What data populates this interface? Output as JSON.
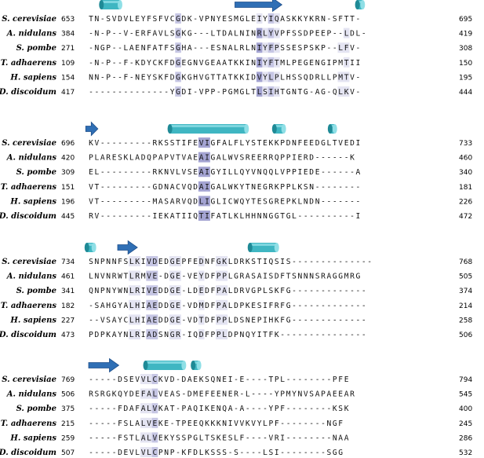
{
  "colors": {
    "helix_body": "#3fb6c2",
    "helix_top": "#8fdfe6",
    "helix_shadow": "#1f8a96",
    "strand": "#2f6fb5",
    "strand_dark": "#1f4f8a",
    "shade_levels": [
      "#ffffff",
      "#e4e4f2",
      "#c6c6e4",
      "#a4a4d2",
      "#8686c0"
    ]
  },
  "species": [
    "S. cerevisiae",
    "A. nidulans",
    "S. pombe",
    "T. adhaerens",
    "H. sapiens",
    "D. discoidum"
  ],
  "blocks": [
    {
      "start": [
        653,
        384,
        271,
        109,
        154,
        417
      ],
      "end": [
        695,
        419,
        308,
        150,
        195,
        444
      ],
      "seq": [
        "TN-SVDVLEYFSFVCGDK-VPNYESMGLEIYIQASKKYKRN-SFTT-",
        "-N-P--V-ERFAVLSGKG---LTDALNINRLYVPFSSDPEEP--LDL-",
        "-NGP--LAENFATFSGHA---ESNALRLNIYFPSSESPSKP--LFV-",
        "-N-P--F-KDYCKFDGEGNVGEAATKKINIYFTMLPEGENGIPMTII",
        "NN-P--F-NEYSKFDGKGHVGTTATKKIDVYLPLHSSQDRLLPMTV-",
        "--------------YGDI-VPP-PGMGLTLSIHTGNTG-AG-QLKV-"
      ],
      "shade": [
        "00000000000000020000000000000102100000000000000",
        "00000000000000020000000000000312100000000000100",
        "00000000000000020000000000000312100000000001100",
        "00000000000000020000000000000312100000000000100",
        "00000000000000020000000000000312100000000001100",
        "00000000000000020000000000000312100000000001100"
      ],
      "ss": [
        {
          "type": "helix",
          "from": 2.2,
          "to": 5.4
        },
        {
          "type": "strand",
          "from": 25.2,
          "to": 33.3
        },
        {
          "type": "helix",
          "from": 46.3,
          "to": 47.2
        }
      ]
    },
    {
      "start": [
        696,
        420,
        309,
        151,
        196,
        445
      ],
      "end": [
        733,
        460,
        340,
        181,
        226,
        472
      ],
      "seq": [
        "KV---------RKSSTIFEVIGFALFLYSTEKKPDNFEEDGLTVEDI",
        "PLARESKLADQPAPVTVAEAIGALWVSREERRQPPIERD------K",
        "EL---------RKNVLVSEAIGYILLQYVNQQLVPPIEDE------A",
        "VT---------GDNACVQDAIGALWKYTNEGRKPPLKSN--------",
        "VT---------MASARVQDLIGLICWQYTESGREPKLNDN-------",
        "RV---------IEKATIIQTIFATLKLHHNNGGTGL----------I"
      ],
      "shade": [
        "00000000000000000003300000000000000000000000000",
        "00000000000000000003300000000000000000000000000",
        "00000000000000000003300000000000000000000000000",
        "00000000000000000003300000000000000000000000000",
        "00000000000000000003300000000000000000000000000",
        "00000000000000000003300000000000000000000000000"
      ],
      "ss": [
        {
          "type": "strand",
          "from": -0.5,
          "to": 1.6
        },
        {
          "type": "helix",
          "from": 14.0,
          "to": 27.2
        },
        {
          "type": "helix",
          "from": 32.0,
          "to": 33.6
        },
        {
          "type": "helix",
          "from": 41.6,
          "to": 42.4
        }
      ]
    },
    {
      "start": [
        734,
        461,
        341,
        182,
        227,
        473
      ],
      "end": [
        768,
        505,
        374,
        214,
        258,
        506
      ],
      "seq": [
        "SNPNNFSLKIVDEDGEPFEDNFGKLDRKSTIQSIS--------------",
        "LNVNRWTLRMVE-DGE-VEYDFPPLGRASAISDFTSNNNSRAGGMRG",
        "QNPNYWNLRIVEDDGE-LDEDFPALDRVGPLSKFG-------------",
        "-SAHGYALHIAEDDGE-VDMDFPALDPKESIFRFG-------------",
        "--VSAYCLHIAEDDGE-VDTDFPPLDSNEPIHKFG-------------",
        "PDPKAYNLRIADSNGR-IQDFPPLDPNQYITFK---------------"
      ],
      "shade": [
        "00000001102200110001001100000000000000000000000",
        "00000001102200110001001100000000000000000000000",
        "00000001102200110001001100000000000000000000000",
        "00000001102200110001001100000000000000000000000",
        "00000001102200110001001100000000000000000000000",
        "00000001102200110001001100000000000000000000000"
      ],
      "ss": [
        {
          "type": "helix",
          "from": -0.3,
          "to": 0.9
        },
        {
          "type": "strand",
          "from": 5.0,
          "to": 8.4
        },
        {
          "type": "helix",
          "from": 27.8,
          "to": 32.4
        }
      ]
    },
    {
      "start": [
        769,
        506,
        375,
        215,
        259,
        507
      ],
      "end": [
        794,
        545,
        400,
        245,
        286,
        532
      ],
      "seq": [
        "-----DSEVVLCKVD-DAEKSQNEI-E----TPL--------PFE",
        "RSRGKQYDEFALVEAS-DMEFEENER-L----YPMYNVSAPAEEAR",
        "-----FDAFALVKAT-PAQIKENQA-A----YPF--------KSK",
        "-----FSLALVEKE-TPEEQKKKNIVVKVYLPF--------NGF",
        "-----FSTLALVEKYSSPGLTSKESLF----VRI--------NAA",
        "-----DEVLVLCPNP-KFDLKSSS-S----LSI--------SGG"
      ],
      "shade": [
        "00000000011200000000000000000000000000000000000",
        "00000000011200000000000000000000000000000000000",
        "00000000011200000000000000000000000000000000000",
        "00000000011200000000000000000000000000000000000",
        "00000000011200000000000000000000000000000000000",
        "00000000011200000000000000000000000000000000000"
      ],
      "ss": [
        {
          "type": "strand",
          "from": 0.0,
          "to": 5.2
        },
        {
          "type": "helix",
          "from": 9.8,
          "to": 16.4
        },
        {
          "type": "helix",
          "from": 18.0,
          "to": 19.0
        }
      ]
    }
  ]
}
